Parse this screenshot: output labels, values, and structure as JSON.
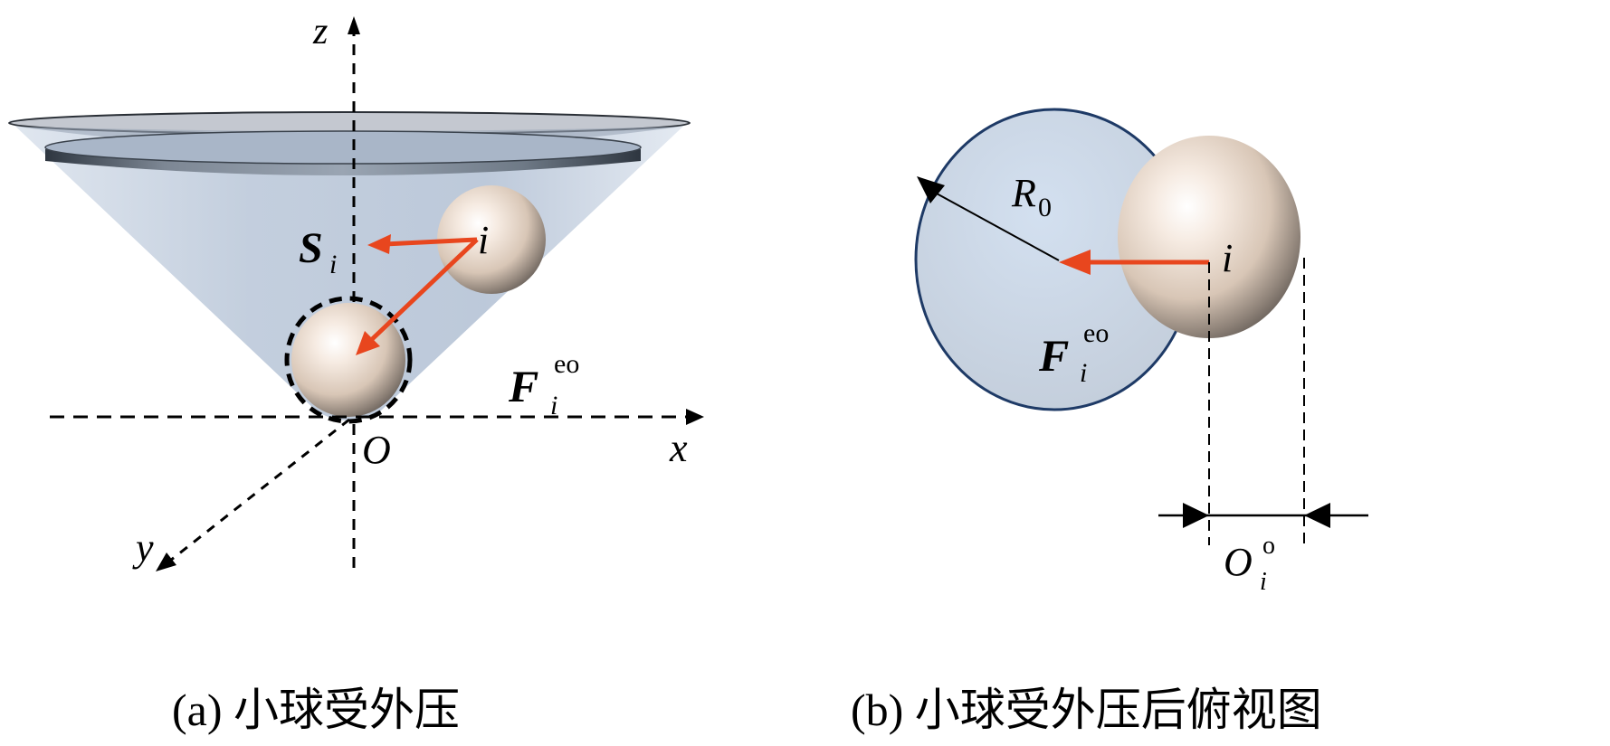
{
  "panel_a": {
    "caption": "(a)  小球受外压",
    "axes": {
      "z": "z",
      "x": "x",
      "y": "y",
      "origin": "O"
    },
    "ball_label": "i",
    "vector_s": {
      "main": "S",
      "sub": "i"
    },
    "vector_f": {
      "main": "F",
      "sub": "i",
      "sup": "eo"
    }
  },
  "panel_b": {
    "caption": "(b)  小球受外压后俯视图",
    "radius_label": {
      "main": "R",
      "sub": "0"
    },
    "ball_label": "i",
    "vector_f": {
      "main": "F",
      "sub": "i",
      "sup": "eo"
    },
    "offset_label": {
      "main": "O",
      "sub": "i",
      "sup": "o"
    }
  },
  "colors": {
    "arrow": "#e8461e",
    "cone_fill": "#c3cfe0",
    "disk_fill": "#c8d5e6",
    "disk_stroke": "#1e3a66",
    "ball_light": "#fbf3ec",
    "ball_dark": "#a89a8e"
  }
}
